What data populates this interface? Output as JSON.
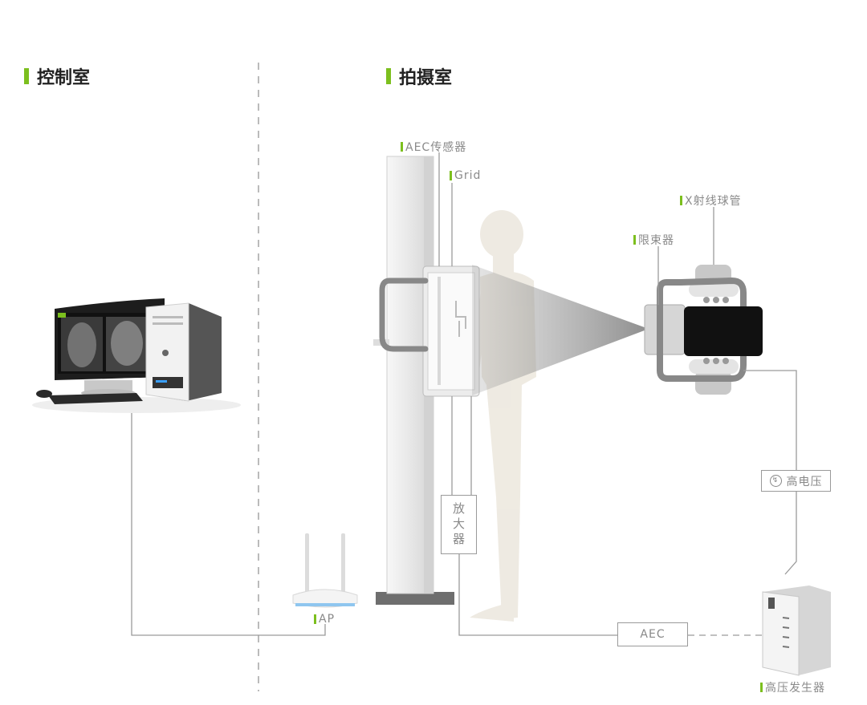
{
  "sections": {
    "control_room": "控制室",
    "shooting_room": "拍摄室"
  },
  "labels": {
    "aec_sensor": "AEC传感器",
    "grid": "Grid",
    "xray_tube": "X射线球管",
    "collimator": "限束器",
    "high_voltage": "高电压",
    "amplifier": "放大器",
    "aec": "AEC",
    "ap": "AP",
    "hv_generator": "高压发生器"
  },
  "colors": {
    "accent": "#7cbf1e",
    "line": "#9a9a9a",
    "text": "#8a8a8a"
  },
  "icons": {
    "high_voltage": "power-bolt-icon"
  }
}
